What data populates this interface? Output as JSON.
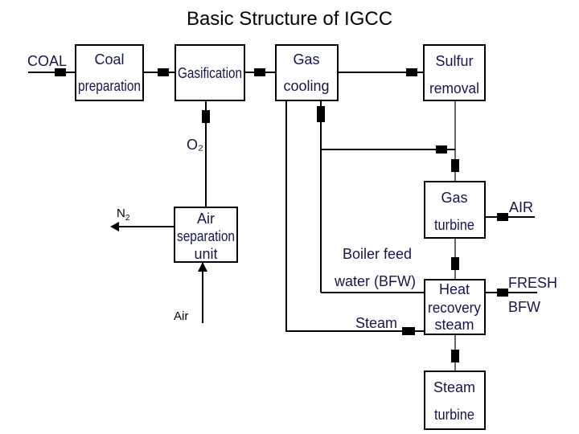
{
  "title": "Basic Structure  of IGCC",
  "units": {
    "coal_preparation": [
      "Coal",
      "preparation"
    ],
    "gasification": [
      "Gasification"
    ],
    "gas_cooling": [
      "Gas",
      "cooling"
    ],
    "sulfur_removal": [
      "Sulfur",
      "removal"
    ],
    "air_separation_unit": [
      "Air",
      "separation",
      "unit"
    ],
    "gas_turbine": [
      "Gas",
      "turbine"
    ],
    "heat_recovery_steam": [
      "Heat",
      "recovery",
      "steam"
    ],
    "steam_turbine": [
      "Steam",
      "turbine"
    ]
  },
  "streams": {
    "coal": "COAL",
    "o2": "O₂",
    "n2_base": "N",
    "n2_sub": "2",
    "air_asu": "Air",
    "air_gt": "AIR",
    "fresh_bfw": [
      "FRESH",
      "BFW"
    ],
    "bfw": [
      "Boiler feed",
      "water (BFW)"
    ],
    "steam": "Steam"
  },
  "colors": {
    "label": "#151550",
    "line": "#000000"
  }
}
